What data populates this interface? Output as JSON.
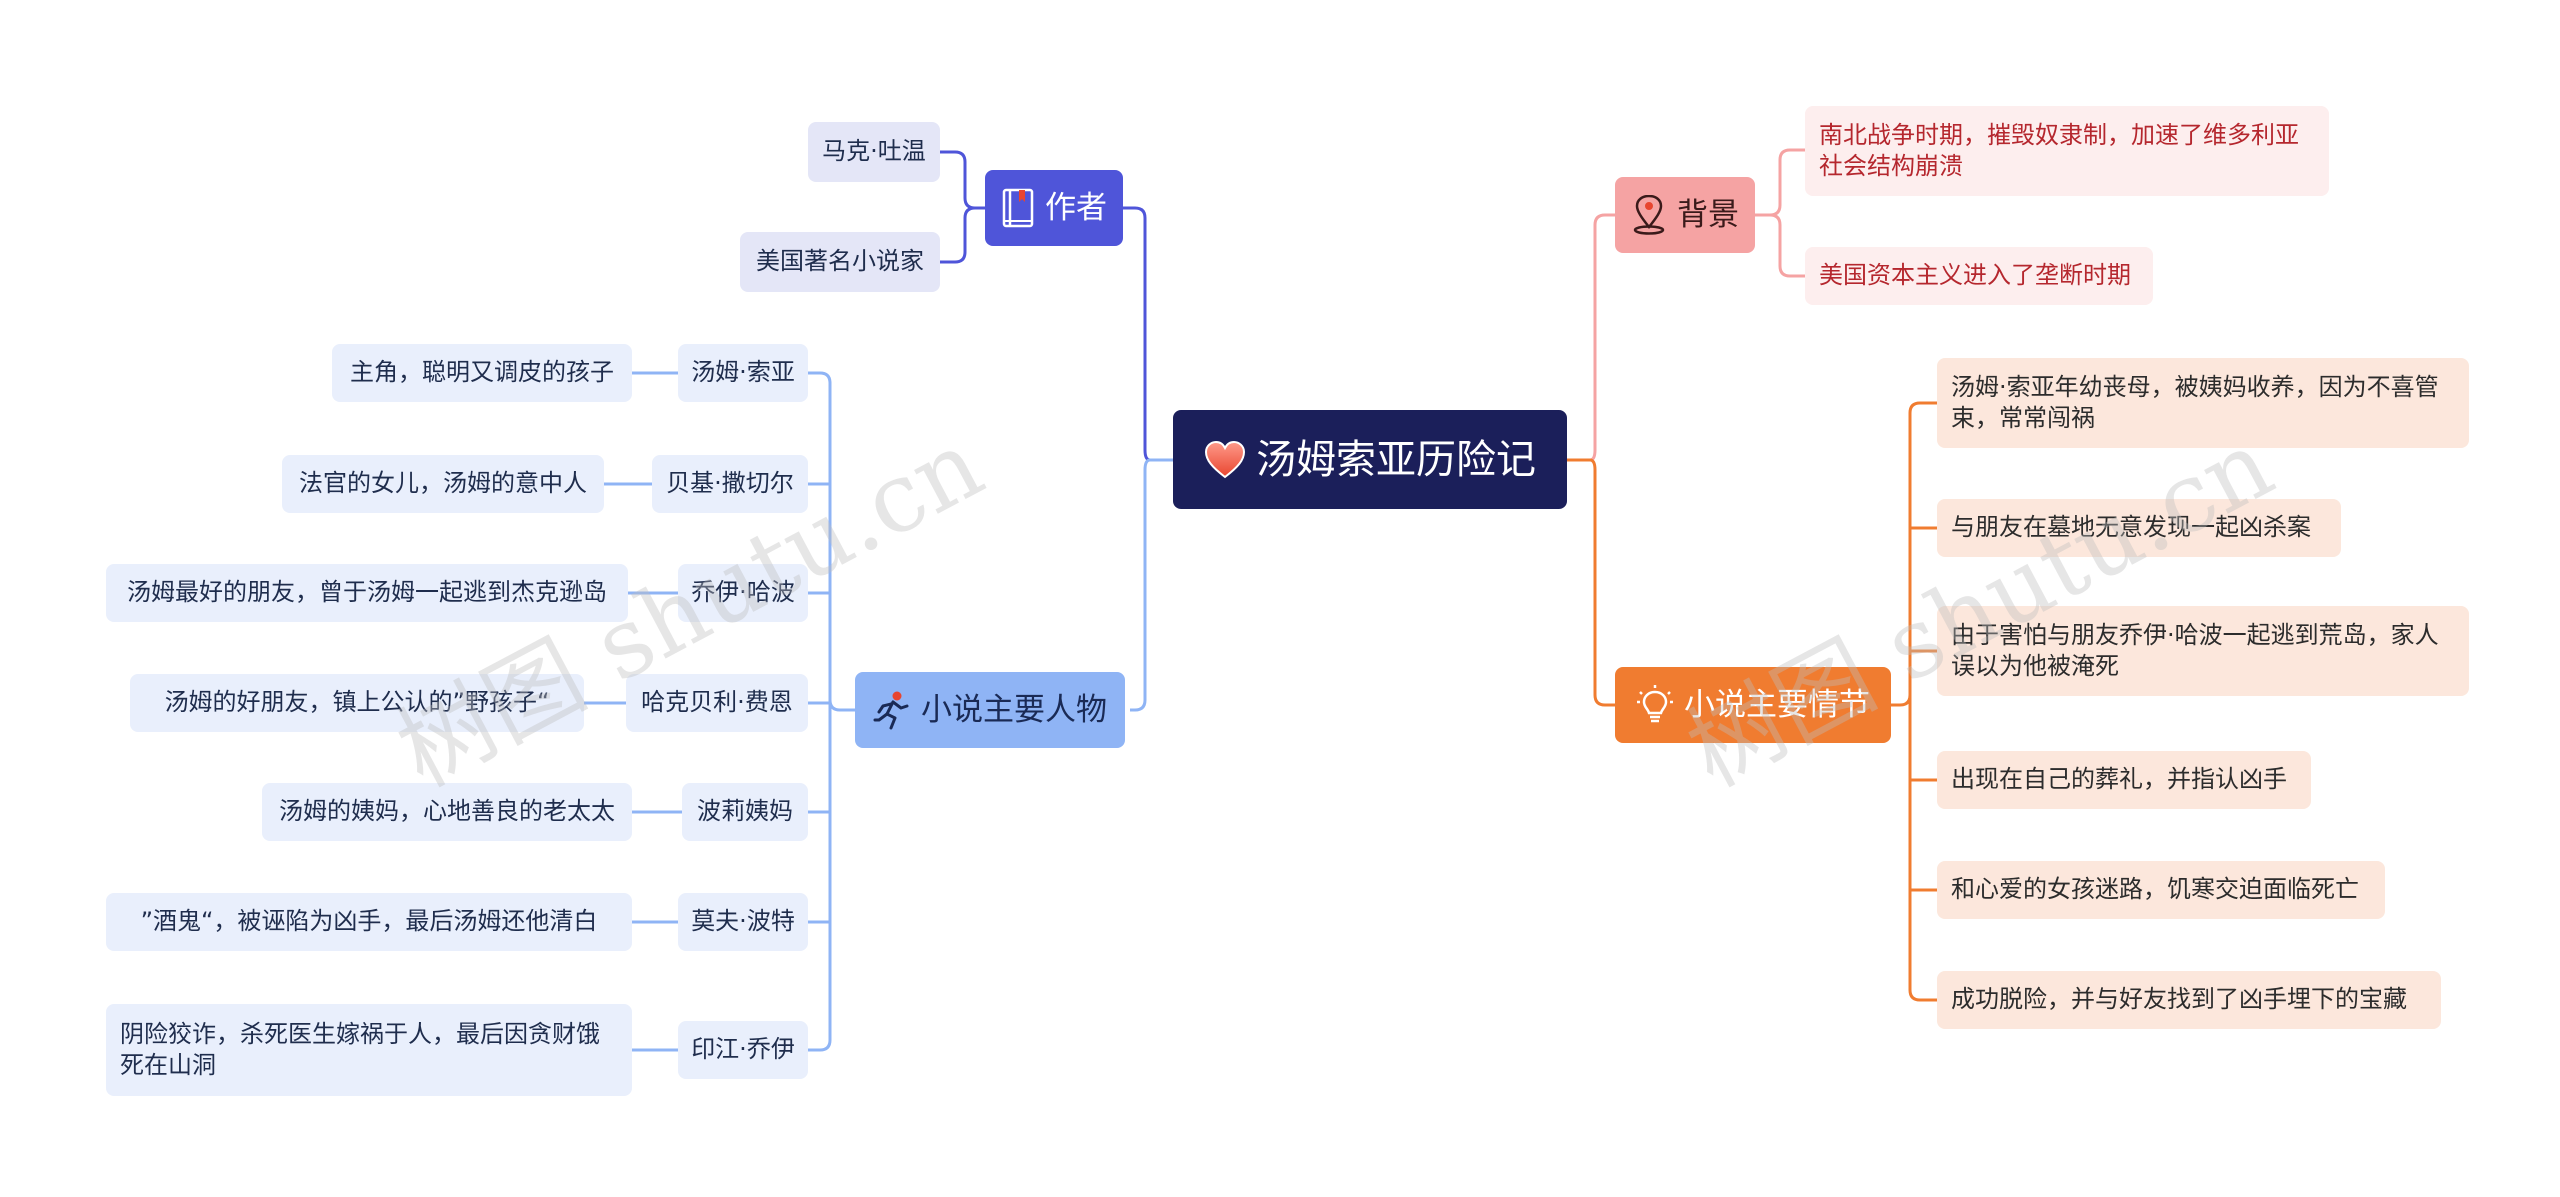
{
  "root": {
    "title": "汤姆索亚历险记",
    "icon": "heart-icon"
  },
  "author": {
    "label": "作者",
    "icon": "book-icon",
    "color": "#4f55d9",
    "items": [
      "马克·吐温",
      "美国著名小说家"
    ]
  },
  "characters": {
    "label": "小说主要人物",
    "icon": "running-person-icon",
    "color": "#8fb4f5",
    "items": [
      {
        "name": "汤姆·索亚",
        "desc": "主角，聪明又调皮的孩子"
      },
      {
        "name": "贝基·撒切尔",
        "desc": "法官的女儿，汤姆的意中人"
      },
      {
        "name": "乔伊·哈波",
        "desc": "汤姆最好的朋友，曾于汤姆一起逃到杰克逊岛"
      },
      {
        "name": "哈克贝利·费恩",
        "desc": "汤姆的好朋友，镇上公认的”野孩子“"
      },
      {
        "name": "波莉姨妈",
        "desc": "汤姆的姨妈，心地善良的老太太"
      },
      {
        "name": "莫夫·波特",
        "desc": "”酒鬼“，被诬陷为凶手，最后汤姆还他清白"
      },
      {
        "name": "印江·乔伊",
        "desc": "阴险狡诈，杀死医生嫁祸于人，最后因贪财饿死在山洞"
      }
    ]
  },
  "background": {
    "label": "背景",
    "icon": "location-pin-icon",
    "color": "#f5a3a3",
    "items": [
      "南北战争时期，摧毁奴隶制，加速了维多利亚社会结构崩溃",
      "美国资本主义进入了垄断时期"
    ]
  },
  "plot": {
    "label": "小说主要情节",
    "icon": "lightbulb-icon",
    "color": "#f07c30",
    "items": [
      "汤姆·索亚年幼丧母，被姨妈收养，因为不喜管束，常常闯祸",
      "与朋友在墓地无意发现一起凶杀案",
      "由于害怕与朋友乔伊·哈波一起逃到荒岛，家人误以为他被淹死",
      "出现在自己的葬礼，并指认凶手",
      "和心爱的女孩迷路，饥寒交迫面临死亡",
      "成功脱险，并与好友找到了凶手埋下的宝藏"
    ]
  },
  "watermarks": [
    "树图 shutu.cn",
    "树图 shutu.cn"
  ]
}
